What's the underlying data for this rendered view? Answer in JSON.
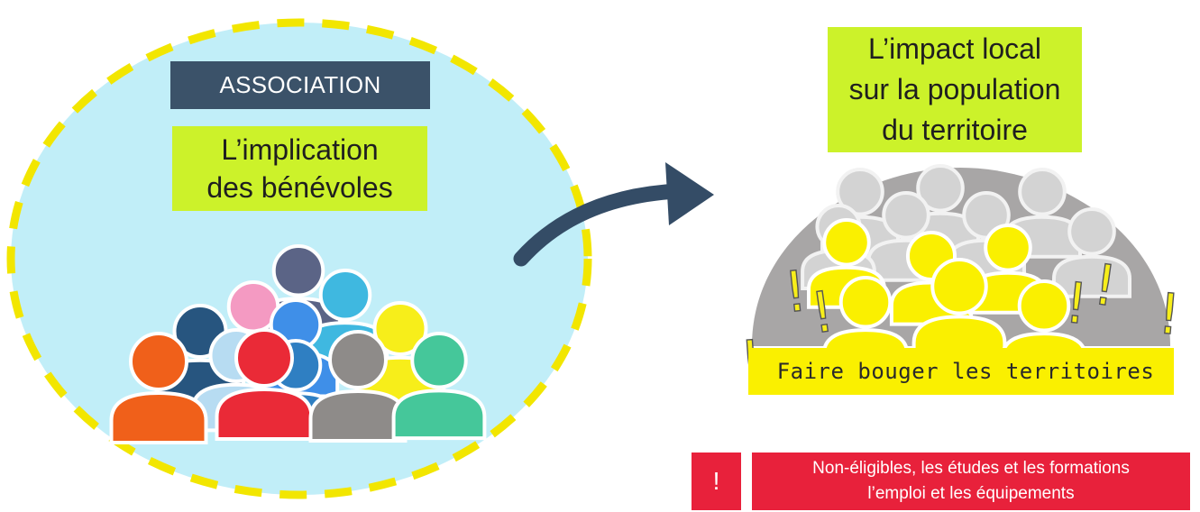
{
  "association": {
    "label": "ASSOCIATION",
    "implication_lines": [
      "L’implication",
      "des bénévoles"
    ]
  },
  "impact": {
    "lines": [
      "L’impact local",
      "sur la population",
      "du territoire"
    ]
  },
  "slogan": "Faire bouger les territoires",
  "exclamation": "!",
  "notice": {
    "icon_text": "!",
    "lines": [
      "Non-éligibles, les études et les formations",
      "l’emploi et les équipements"
    ]
  },
  "colors": {
    "circle_fill": "#c1eef8",
    "circle_dash": "#f2e600",
    "arrow": "#344c66",
    "label_bg": "#3b5269",
    "highlight_green": "#ccf22a",
    "highlight_yellow": "#faf000",
    "alert_red": "#e8213b",
    "dome_gray": "#a8a6a6",
    "crowd_gray": "#d3d3d3"
  },
  "volunteers": [
    {
      "color": "#5b6486"
    },
    {
      "color": "#f49ac2"
    },
    {
      "color": "#3fb8e0"
    },
    {
      "color": "#3f8fe8"
    },
    {
      "color": "#27557f"
    },
    {
      "color": "#f7ee1a"
    },
    {
      "color": "#2f7fc2"
    },
    {
      "color": "#b7dcf2"
    },
    {
      "color": "#f0601a"
    },
    {
      "color": "#ea2a37"
    },
    {
      "color": "#8e8b89"
    },
    {
      "color": "#45c79a"
    }
  ]
}
